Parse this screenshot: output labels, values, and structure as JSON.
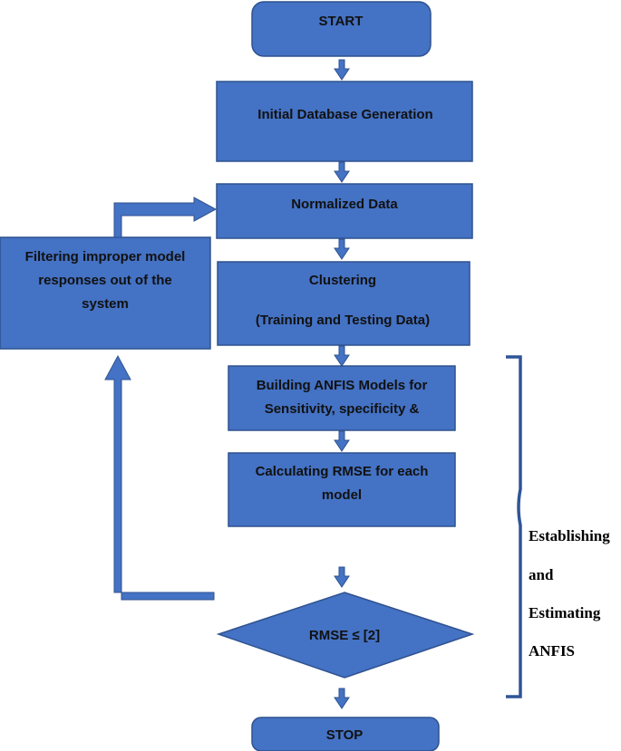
{
  "nodes": {
    "start": "START",
    "initial_db": "Initial Database Generation",
    "normalized": "Normalized Data",
    "clustering": {
      "line1": "Clustering",
      "line2": "(Training and Testing Data)"
    },
    "anfis": {
      "line1": "Building ANFIS Models for",
      "line2": "Sensitivity, specificity &"
    },
    "rmse_calc": {
      "line1": "Calculating RMSE for each",
      "line2": "model"
    },
    "decision": "RMSE ≤ [2]",
    "stop": "STOP",
    "filter": {
      "line1": "Filtering improper model",
      "line2": "responses out of the",
      "line3": "system"
    }
  },
  "bracket_label": {
    "line1": "Establishing",
    "line2": "and",
    "line3": "Estimating",
    "line4": "ANFIS"
  },
  "colors": {
    "fill": "#4472C4",
    "stroke": "#2F528F",
    "bracket": "#2F5597",
    "text": "#111111"
  }
}
